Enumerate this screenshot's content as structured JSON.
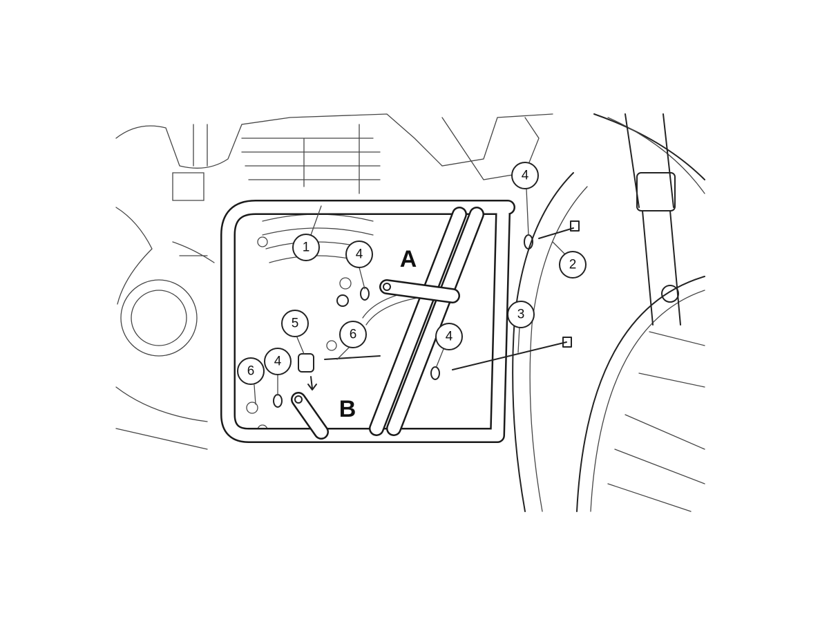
{
  "diagram": {
    "title": "Engine guard mounting diagram",
    "callouts": [
      {
        "id": "c1",
        "label": "1"
      },
      {
        "id": "c4a",
        "label": "4"
      },
      {
        "id": "c4b",
        "label": "4"
      },
      {
        "id": "c2",
        "label": "2"
      },
      {
        "id": "c3",
        "label": "3"
      },
      {
        "id": "c4c",
        "label": "4"
      },
      {
        "id": "c5",
        "label": "5"
      },
      {
        "id": "c6a",
        "label": "6"
      },
      {
        "id": "c6b",
        "label": "6"
      },
      {
        "id": "c4d",
        "label": "4"
      }
    ],
    "letters": [
      {
        "id": "A",
        "label": "A"
      },
      {
        "id": "B",
        "label": "B"
      }
    ],
    "colors": {
      "line": "#222222",
      "background": "#ffffff"
    }
  }
}
